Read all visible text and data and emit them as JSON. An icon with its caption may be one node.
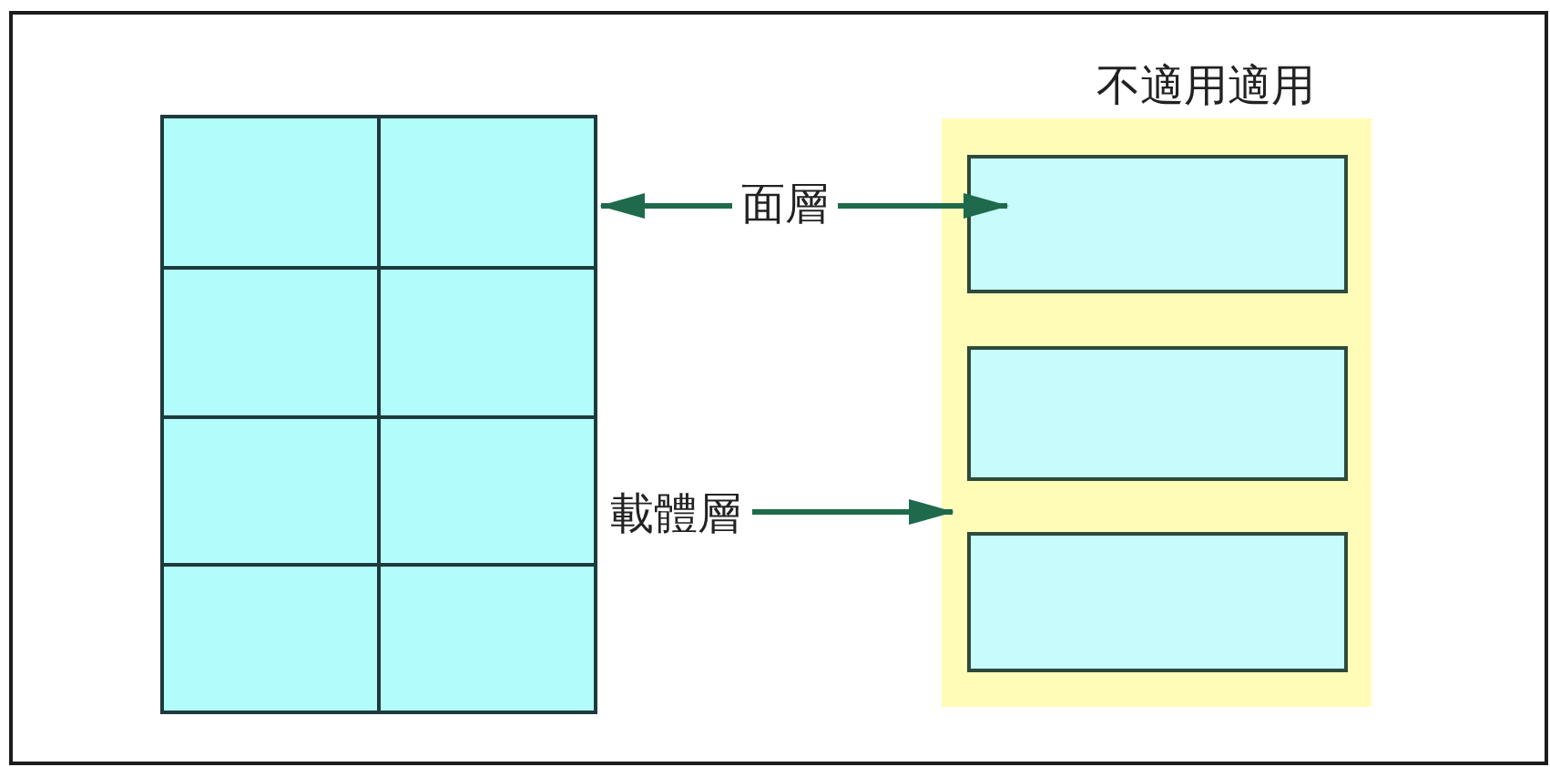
{
  "diagram": {
    "nodes": [
      {
        "text": [],
        "shape": "box"
      },
      {
        "text": [],
        "shape": "box"
      },
      {
        "text": [],
        "shape": "box"
      },
      {
        "text": [],
        "shape": "box"
      },
      {
        "text": [],
        "shape": "box"
      },
      {
        "text": [],
        "shape": "box"
      },
      {
        "text": [],
        "shape": "box"
      },
      {
        "text": [],
        "shape": "box"
      },
      {
        "text": [
          "不適用適用"
        ]
      },
      {
        "text": [],
        "shape": "box",
        "in": 8
      },
      {
        "text": [],
        "shape": "box",
        "in": 8
      },
      {
        "text": [],
        "shape": "box",
        "in": 8
      },
      {
        "text": [
          "載體層"
        ]
      }
    ],
    "edges": [
      {
        "from": 1,
        "to": 9,
        "arrow": "both",
        "label": "面層"
      },
      {
        "from": 12,
        "to": 8,
        "arrow": "to"
      }
    ]
  }
}
